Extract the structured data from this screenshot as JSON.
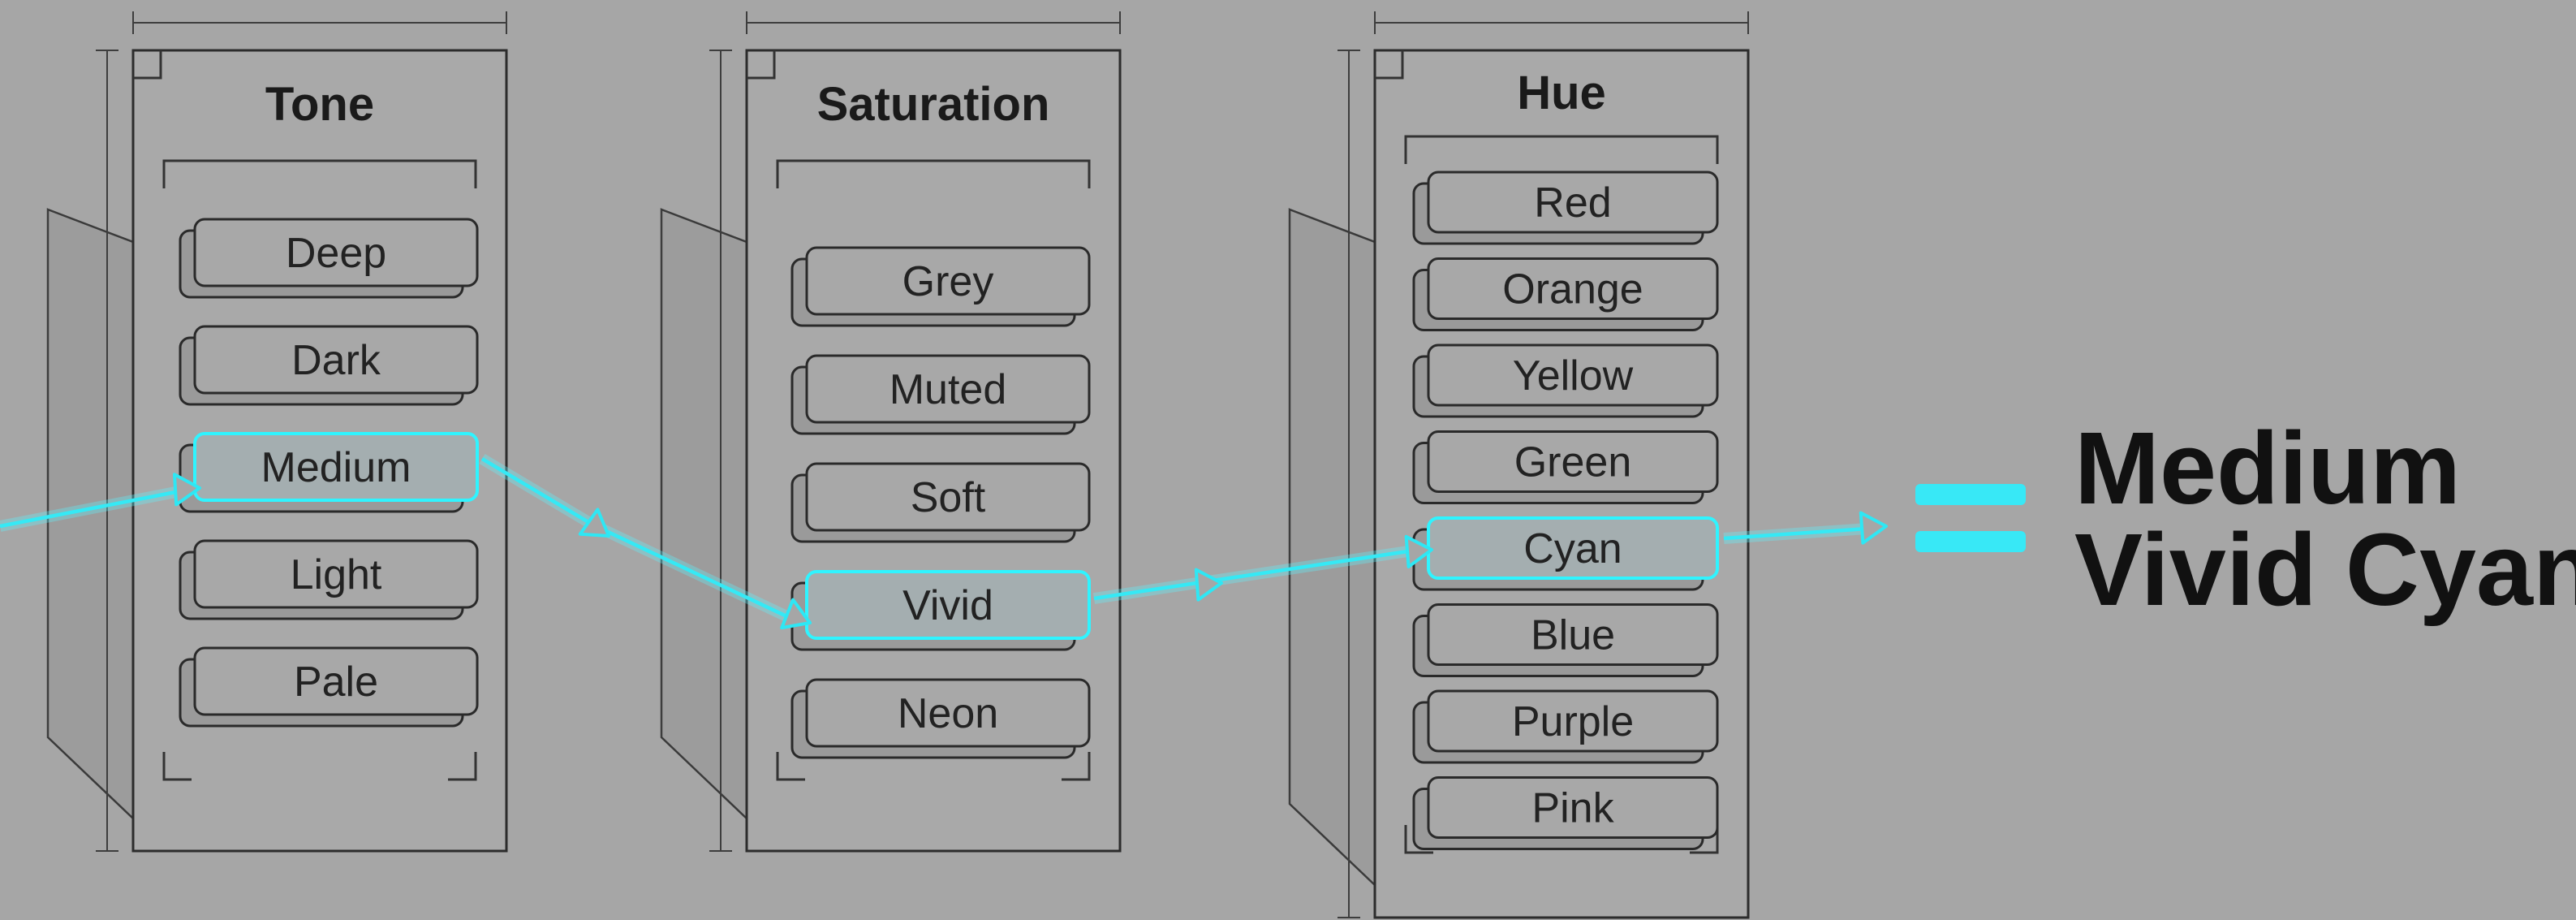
{
  "columns": [
    {
      "title": "Tone",
      "options": [
        "Deep",
        "Dark",
        "Medium",
        "Light",
        "Pale"
      ],
      "selected": "Medium"
    },
    {
      "title": "Saturation",
      "options": [
        "Grey",
        "Muted",
        "Soft",
        "Vivid",
        "Neon"
      ],
      "selected": "Vivid"
    },
    {
      "title": "Hue",
      "options": [
        "Red",
        "Orange",
        "Yellow",
        "Green",
        "Cyan",
        "Blue",
        "Purple",
        "Pink"
      ],
      "selected": "Cyan"
    }
  ],
  "result": {
    "line1": "Medium",
    "line2": "Vivid Cyan"
  },
  "colors": {
    "background": "#a6a6a6",
    "accent": "#35e9f5",
    "text": "#111111"
  }
}
